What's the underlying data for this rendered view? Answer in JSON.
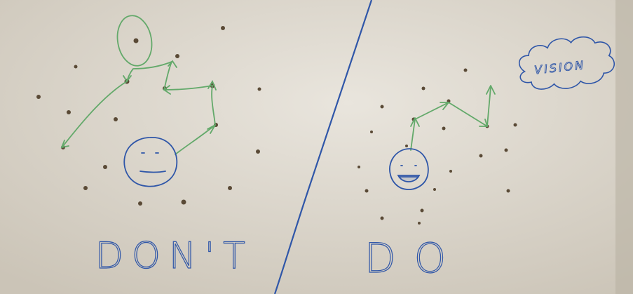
{
  "labels": {
    "left": "DON'T",
    "right": "DO",
    "vision": "VISION"
  },
  "colors": {
    "paper": "#d9d3c9",
    "marker_blue": "#2f56a8",
    "marker_green": "#63a96a",
    "dot": "#5a4a36"
  }
}
